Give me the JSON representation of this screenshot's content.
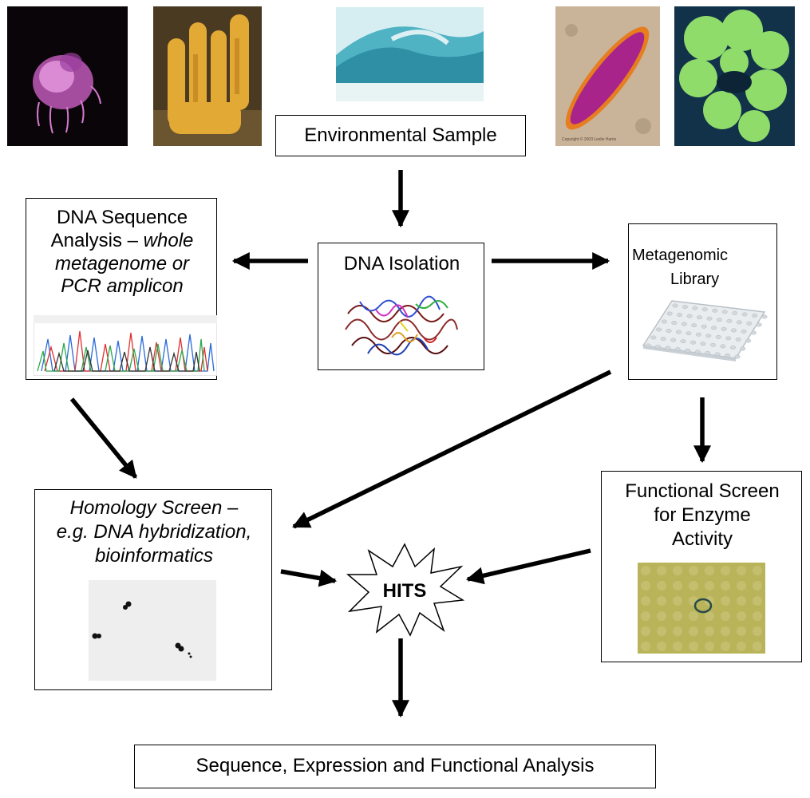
{
  "colors": {
    "arrow": "#000000",
    "jellyfish_bg": "#0a0508",
    "sponge": "#e3a935",
    "wave": "#4fb3c3",
    "flatworm": "#a8248a",
    "algae": "#8fdc6b",
    "plate_well": "#e9edf0",
    "agar": "#b9b45a"
  },
  "photos": [
    {
      "name": "jellyfish-photo",
      "icon": "jellyfish"
    },
    {
      "name": "sponge-photo",
      "icon": "sponge"
    },
    {
      "name": "ocean-wave-photo",
      "icon": "wave"
    },
    {
      "name": "flatworm-photo",
      "icon": "flatworm",
      "caption": "Copyright © 2003 Leslie Harris"
    },
    {
      "name": "algae-photo",
      "icon": "green-algae"
    }
  ],
  "nodes": {
    "environmental_sample": "Environmental Sample",
    "dna_isolation": "DNA Isolation",
    "dna_sequence": {
      "line1": "DNA Sequence",
      "line2_plain": "Analysis – ",
      "line2_italic": "whole",
      "line3": "metagenome or",
      "line4": "PCR amplicon"
    },
    "metagenomic_library": {
      "line1": "Metagenomic",
      "line2": "Library"
    },
    "homology_screen": {
      "line1": "Homology Screen –",
      "line2": "e.g. DNA hybridization,",
      "line3": "bioinformatics"
    },
    "functional_screen": {
      "line1": "Functional Screen",
      "line2": "for Enzyme",
      "line3": "Activity"
    },
    "hits": "HITS",
    "final_analysis": "Sequence, Expression and Functional Analysis"
  }
}
